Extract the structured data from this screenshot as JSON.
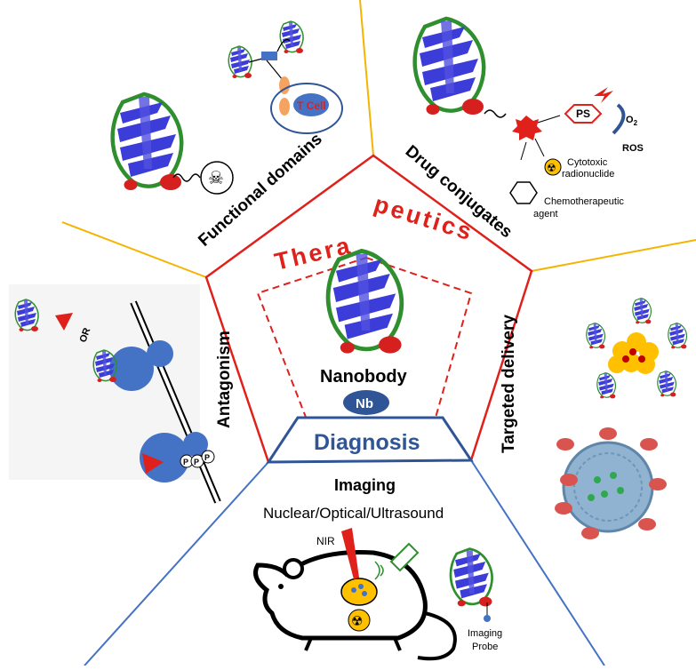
{
  "center": {
    "therapeutics_left": "Thera",
    "therapeutics_right": "peutics",
    "nanobody": "Nanobody",
    "nb": "Nb",
    "diagnosis": "Diagnosis"
  },
  "sections": {
    "functional_domains": {
      "title": "Functional domains",
      "t_cell": "T Cell"
    },
    "drug_conjugates": {
      "title": "Drug conjugates",
      "ps": "PS",
      "o2": "O",
      "o2_sub": "2",
      "ros": "ROS",
      "cytotoxic_1": "Cytotoxic",
      "cytotoxic_2": "radionuclide",
      "chemo_1": "Chemotherapeutic",
      "chemo_2": "agent"
    },
    "antagonism": {
      "title": "Antagonism",
      "or": "OR",
      "p": "P"
    },
    "targeted_delivery": {
      "title": "Targeted delivery"
    },
    "imaging": {
      "title": "Imaging",
      "subtitle": "Nuclear/Optical/Ultrasound",
      "nir": "NIR",
      "probe_1": "Imaging",
      "probe_2": "Probe"
    }
  },
  "colors": {
    "therapeutics_red": "#e0201b",
    "diagnosis_blue": "#2f5597",
    "divider_yellow": "#f4b400",
    "divider_blue": "#4472c4",
    "protein_blue": "#3c3cd8",
    "protein_green": "#2f8f2f",
    "receptor_blue": "#4472c4",
    "nanoparticle_yellow": "#ffc000"
  }
}
